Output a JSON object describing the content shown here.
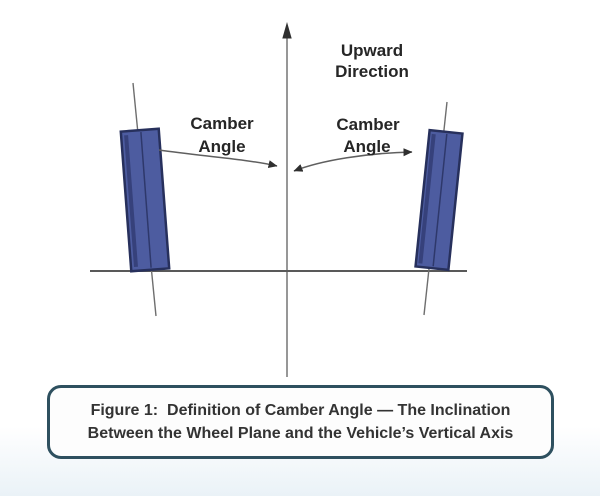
{
  "figure": {
    "upward": {
      "line1": "Upward",
      "line2": "Direction"
    },
    "camber_left": {
      "line1": "Camber",
      "line2": "Angle"
    },
    "camber_right": {
      "line1": "Camber",
      "line2": "Angle"
    },
    "caption": {
      "line1": "Figure 1:  Definition of Camber Angle — The Inclination",
      "line2": "Between the Wheel Plane and the Vehicle’s Vertical Axis"
    }
  },
  "colors": {
    "wheel_fill": "#4d5ca0",
    "wheel_border": "#27305c",
    "line_gray": "#6e6e6e",
    "axis_gray": "#7d7d7d",
    "arrow_dark": "#2f2f2f",
    "ground_gray": "#595959",
    "caption_border": "#2e505f",
    "text_dark": "#262626"
  }
}
